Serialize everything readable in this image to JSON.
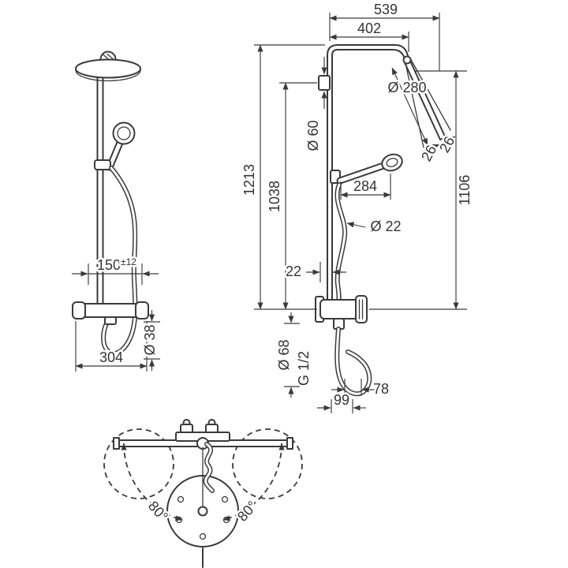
{
  "colors": {
    "background": "#ffffff",
    "line": "#3a3a3a",
    "text": "#333333"
  },
  "drawing": {
    "front_view": {
      "dim_offset_value": "150",
      "dim_offset_tolerance": "±12",
      "dim_width": "304",
      "dim_hose_diameter": "Ø 38"
    },
    "side_view": {
      "dim_total_width": "539",
      "dim_arm_projection": "402",
      "dim_head_diameter": "Ø 280",
      "dim_tilt_step_1": "26",
      "dim_tilt_step_2": "26",
      "dim_bracket_diameter": "Ø 60",
      "dim_height_total": "1213",
      "dim_height_bracket": "1038",
      "dim_height_head": "1106",
      "dim_handshower_length": "284",
      "dim_hose_diameter": "Ø 22",
      "dim_pipe_offset": "22",
      "dim_escutcheon_diameter": "Ø 68",
      "dim_thread": "G 1/2",
      "dim_outlet_projection": "78",
      "dim_hose_projection": "99"
    },
    "top_view": {
      "dim_swivel_left": "80°",
      "dim_swivel_right": "80°"
    }
  }
}
